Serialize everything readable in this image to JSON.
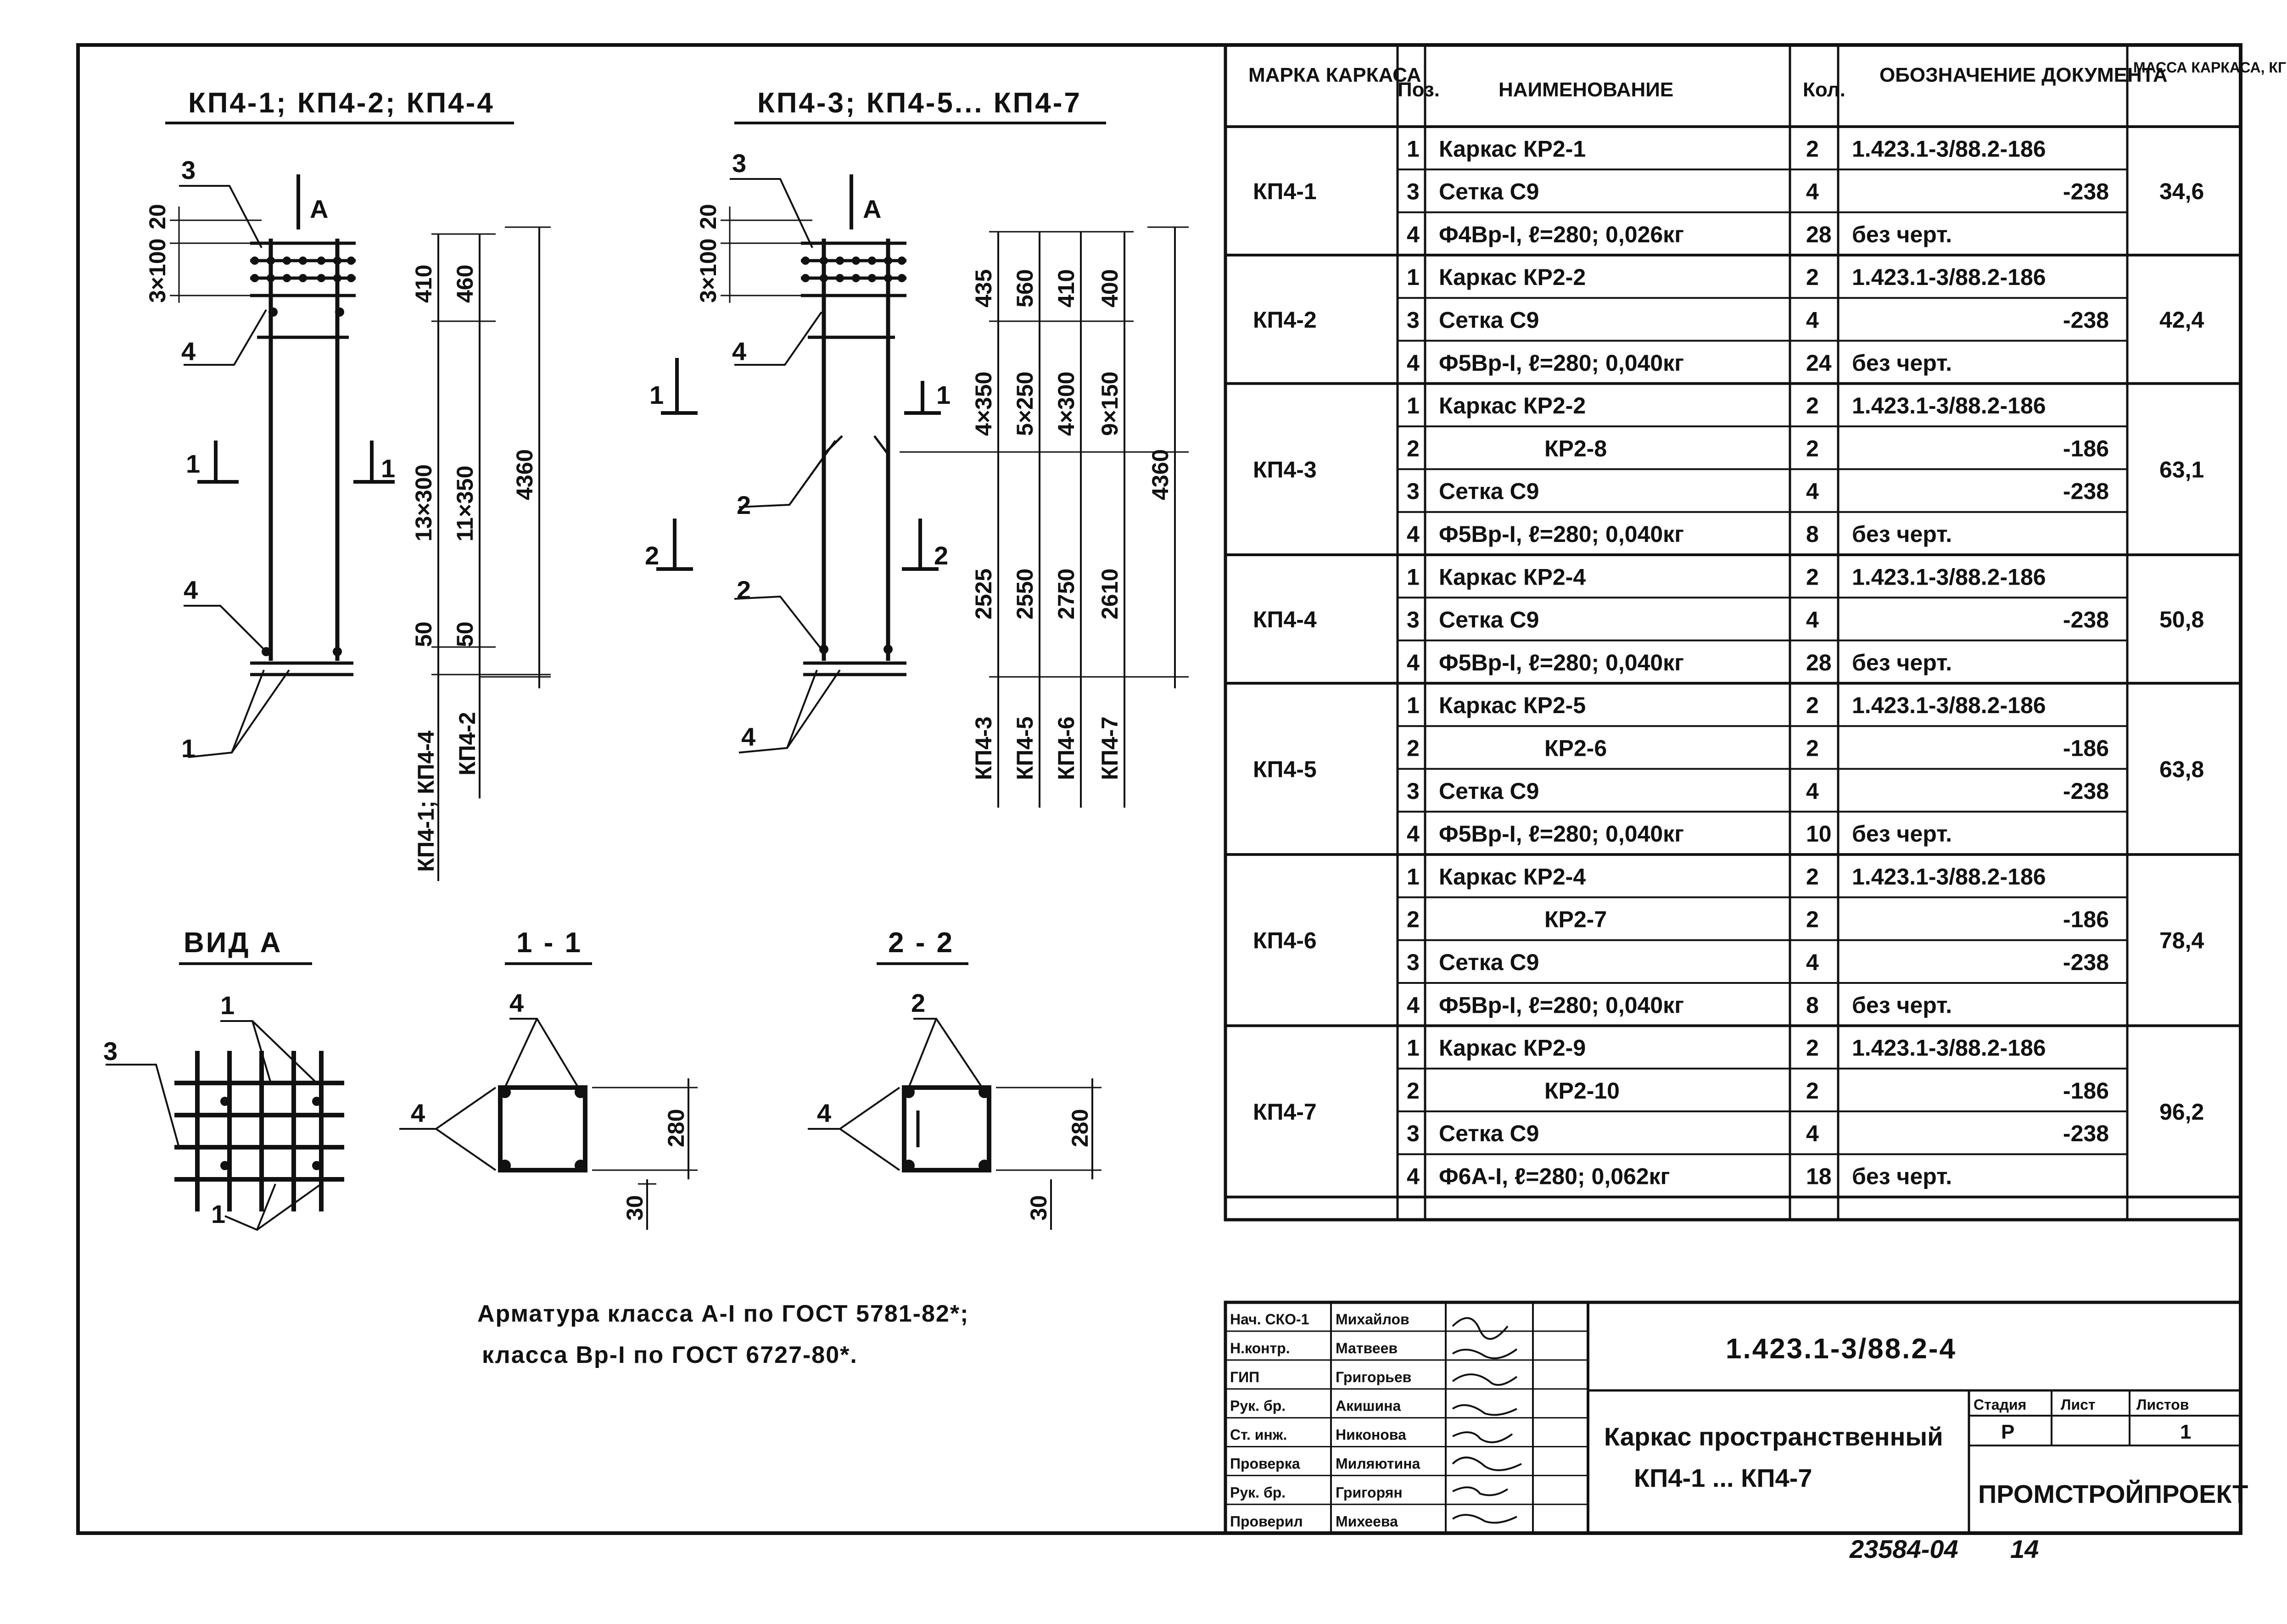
{
  "drawing": {
    "views": {
      "left_title": "КП4-1; КП4-2; КП4-4",
      "right_title": "КП4-3; КП4-5... КП4-7",
      "view_a": "ВИД А",
      "sec11": "1 - 1",
      "sec22": "2 - 2",
      "section_mark_a": "А",
      "section_mark_1": "1",
      "section_mark_2": "2"
    },
    "left_dims": {
      "top_pitch": "3×100",
      "top_edge": "20",
      "d410": "410",
      "d460": "460",
      "d13x300": "13×300",
      "d11x350": "11×350",
      "d4360": "4360",
      "d50a": "50",
      "d50b": "50",
      "kp_a": "КП4-1; КП4-4",
      "kp_b": "КП4-2"
    },
    "right_dims": {
      "top_pitch": "3×100",
      "top_edge": "20",
      "c1": [
        "435",
        "4×350",
        "2525",
        "КП4-3"
      ],
      "c2": [
        "560",
        "5×250",
        "2550",
        "КП4-5"
      ],
      "c3": [
        "410",
        "4×300",
        "2750",
        "КП4-6"
      ],
      "c4": [
        "400",
        "9×150",
        "2610",
        "КП4-7"
      ],
      "total": "4360"
    },
    "positions": {
      "p1": "1",
      "p2": "2",
      "p3": "3",
      "p4": "4"
    },
    "section_dims": {
      "h280": "280",
      "h30": "30"
    },
    "note_line1": "Арматура класса А-I по ГОСТ 5781-82*;",
    "note_line2": "класса Вр-I по ГОСТ 6727-80*."
  },
  "spec_table": {
    "headers": {
      "mark": "МАРКА КАРКАСА",
      "pos": "Поз.",
      "name": "НАИМЕНОВАНИЕ",
      "qty": "Кол.",
      "doc": "ОБОЗНАЧЕНИЕ ДОКУМЕНТА",
      "mass": "МАССА КАРКАСА, КГ"
    },
    "groups": [
      {
        "mark": "КП4-1",
        "mass": "34,6",
        "rows": [
          {
            "pos": "1",
            "name": "Каркас КР2-1",
            "qty": "2",
            "doc": "1.423.1-3/88.2-186"
          },
          {
            "pos": "3",
            "name": "Сетка С9",
            "qty": "4",
            "doc": "-238"
          },
          {
            "pos": "4",
            "name": "Ф4Вр-I, ℓ=280; 0,026кг",
            "qty": "28",
            "doc": "без черт."
          }
        ]
      },
      {
        "mark": "КП4-2",
        "mass": "42,4",
        "rows": [
          {
            "pos": "1",
            "name": "Каркас КР2-2",
            "qty": "2",
            "doc": "1.423.1-3/88.2-186"
          },
          {
            "pos": "3",
            "name": "Сетка С9",
            "qty": "4",
            "doc": "-238"
          },
          {
            "pos": "4",
            "name": "Ф5Вр-I, ℓ=280; 0,040кг",
            "qty": "24",
            "doc": "без черт."
          }
        ]
      },
      {
        "mark": "КП4-3",
        "mass": "63,1",
        "rows": [
          {
            "pos": "1",
            "name": "Каркас КР2-2",
            "qty": "2",
            "doc": "1.423.1-3/88.2-186"
          },
          {
            "pos": "2",
            "name": "КР2-8",
            "qty": "2",
            "doc": "-186"
          },
          {
            "pos": "3",
            "name": "Сетка С9",
            "qty": "4",
            "doc": "-238"
          },
          {
            "pos": "4",
            "name": "Ф5Вр-I, ℓ=280; 0,040кг",
            "qty": "8",
            "doc": "без черт."
          }
        ]
      },
      {
        "mark": "КП4-4",
        "mass": "50,8",
        "rows": [
          {
            "pos": "1",
            "name": "Каркас КР2-4",
            "qty": "2",
            "doc": "1.423.1-3/88.2-186"
          },
          {
            "pos": "3",
            "name": "Сетка С9",
            "qty": "4",
            "doc": "-238"
          },
          {
            "pos": "4",
            "name": "Ф5Вр-I, ℓ=280; 0,040кг",
            "qty": "28",
            "doc": "без черт."
          }
        ]
      },
      {
        "mark": "КП4-5",
        "mass": "63,8",
        "rows": [
          {
            "pos": "1",
            "name": "Каркас КР2-5",
            "qty": "2",
            "doc": "1.423.1-3/88.2-186"
          },
          {
            "pos": "2",
            "name": "КР2-6",
            "qty": "2",
            "doc": "-186"
          },
          {
            "pos": "3",
            "name": "Сетка С9",
            "qty": "4",
            "doc": "-238"
          },
          {
            "pos": "4",
            "name": "Ф5Вр-I, ℓ=280; 0,040кг",
            "qty": "10",
            "doc": "без черт."
          }
        ]
      },
      {
        "mark": "КП4-6",
        "mass": "78,4",
        "rows": [
          {
            "pos": "1",
            "name": "Каркас КР2-4",
            "qty": "2",
            "doc": "1.423.1-3/88.2-186"
          },
          {
            "pos": "2",
            "name": "КР2-7",
            "qty": "2",
            "doc": "-186"
          },
          {
            "pos": "3",
            "name": "Сетка С9",
            "qty": "4",
            "doc": "-238"
          },
          {
            "pos": "4",
            "name": "Ф5Вр-I, ℓ=280; 0,040кг",
            "qty": "8",
            "doc": "без черт."
          }
        ]
      },
      {
        "mark": "КП4-7",
        "mass": "96,2",
        "rows": [
          {
            "pos": "1",
            "name": "Каркас КР2-9",
            "qty": "2",
            "doc": "1.423.1-3/88.2-186"
          },
          {
            "pos": "2",
            "name": "КР2-10",
            "qty": "2",
            "doc": "-186"
          },
          {
            "pos": "3",
            "name": "Сетка С9",
            "qty": "4",
            "doc": "-238"
          },
          {
            "pos": "4",
            "name": "Ф6А-I, ℓ=280; 0,062кг",
            "qty": "18",
            "doc": "без черт."
          }
        ]
      }
    ]
  },
  "title_block": {
    "signers": [
      {
        "role": "Нач. СКО-1",
        "name": "Михайлов"
      },
      {
        "role": "Н.контр.",
        "name": "Матвеев"
      },
      {
        "role": "ГИП",
        "name": "Григорьев"
      },
      {
        "role": "Рук. бр.",
        "name": "Акишина"
      },
      {
        "role": "Ст. инж.",
        "name": "Никонова"
      },
      {
        "role": "Проверка",
        "name": "Миляютина"
      },
      {
        "role": "Рук. бр.",
        "name": "Григорян"
      },
      {
        "role": "Проверил",
        "name": "Михеева"
      }
    ],
    "code": "1.423.1-3/88.2-4",
    "title_line1": "Каркас пространственный",
    "title_line2": "КП4-1 ... КП4-7",
    "stage_label": "Стадия",
    "sheet_label": "Лист",
    "sheets_label": "Листов",
    "stage": "Р",
    "sheet": "",
    "sheets": "1",
    "org": "ПРОМСТРОЙПРОЕКТ"
  },
  "footer": {
    "inventory": "23584-04",
    "page": "14"
  }
}
